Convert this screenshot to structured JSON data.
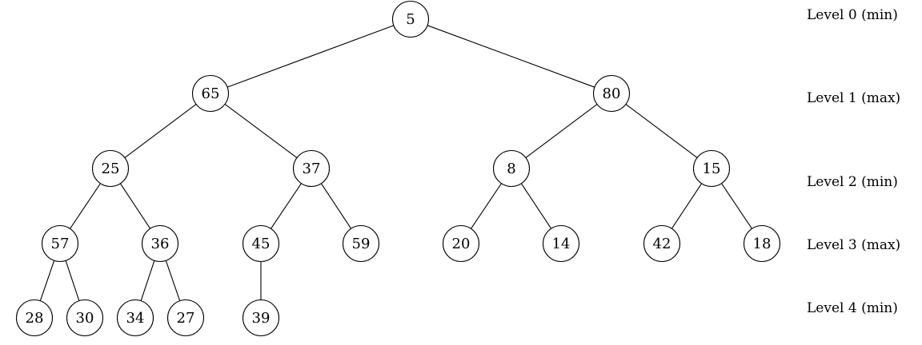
{
  "tree": {
    "nodes": [
      {
        "id": "n0",
        "value": "5"
      },
      {
        "id": "n1",
        "value": "65"
      },
      {
        "id": "n2",
        "value": "80"
      },
      {
        "id": "n3",
        "value": "25"
      },
      {
        "id": "n4",
        "value": "37"
      },
      {
        "id": "n5",
        "value": "8"
      },
      {
        "id": "n6",
        "value": "15"
      },
      {
        "id": "n7",
        "value": "57"
      },
      {
        "id": "n8",
        "value": "36"
      },
      {
        "id": "n9",
        "value": "45"
      },
      {
        "id": "n10",
        "value": "59"
      },
      {
        "id": "n11",
        "value": "20"
      },
      {
        "id": "n12",
        "value": "14"
      },
      {
        "id": "n13",
        "value": "42"
      },
      {
        "id": "n14",
        "value": "18"
      },
      {
        "id": "n15",
        "value": "28"
      },
      {
        "id": "n16",
        "value": "30"
      },
      {
        "id": "n17",
        "value": "34"
      },
      {
        "id": "n18",
        "value": "27"
      },
      {
        "id": "n19",
        "value": "39"
      }
    ],
    "edges": [
      [
        "n0",
        "n1"
      ],
      [
        "n0",
        "n2"
      ],
      [
        "n1",
        "n3"
      ],
      [
        "n1",
        "n4"
      ],
      [
        "n2",
        "n5"
      ],
      [
        "n2",
        "n6"
      ],
      [
        "n3",
        "n7"
      ],
      [
        "n3",
        "n8"
      ],
      [
        "n4",
        "n9"
      ],
      [
        "n4",
        "n10"
      ],
      [
        "n5",
        "n11"
      ],
      [
        "n5",
        "n12"
      ],
      [
        "n6",
        "n13"
      ],
      [
        "n6",
        "n14"
      ],
      [
        "n7",
        "n15"
      ],
      [
        "n7",
        "n16"
      ],
      [
        "n8",
        "n17"
      ],
      [
        "n8",
        "n18"
      ],
      [
        "n9",
        "n19"
      ]
    ]
  },
  "levels": [
    "Level 0 (min)",
    "Level 1 (max)",
    "Level 2 (min)",
    "Level 3 (max)",
    "Level 4 (min)"
  ]
}
